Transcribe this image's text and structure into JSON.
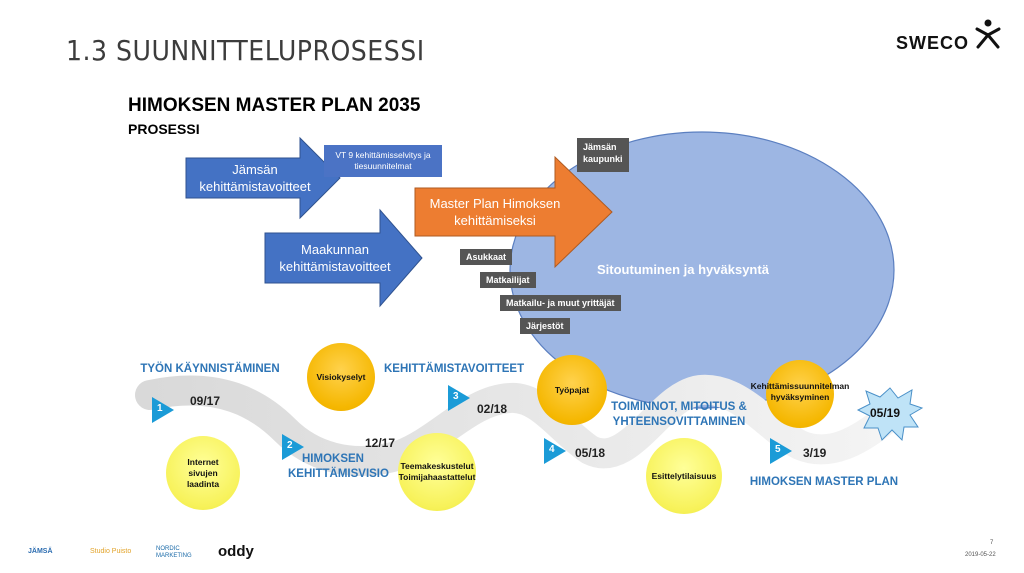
{
  "slide": {
    "title": "1.3 SUUNNITTELUPROSESSI",
    "brand": "SWECO",
    "heading": "HIMOKSEN MASTER PLAN 2035",
    "subheading": "PROSESSI",
    "page_number": "7",
    "date": "2019-05-22"
  },
  "inputs": {
    "jamsa_goals": "Jämsän kehittämistavoitteet",
    "region_goals": "Maakunnan kehittämistavoitteet",
    "vt9": "VT 9 kehittämisselvitys ja tiesuunnitelmat",
    "master_plan": "Master Plan Himoksen kehittämiseksi",
    "jamsa_city": "Jämsän kaupunki",
    "ellipse": "Sitoutuminen ja hyväksyntä"
  },
  "stakeholders": [
    "Asukkaat",
    "Matkailijat",
    "Matkailu- ja muut yrittäjät",
    "Järjestöt"
  ],
  "phases": [
    {
      "number": "1",
      "title": "TYÖN KÄYNNISTÄMINEN",
      "date": "09/17"
    },
    {
      "number": "2",
      "title": "HIMOKSEN KEHITTÄMISVISIO",
      "date": "12/17"
    },
    {
      "number": "3",
      "title": "KEHITTÄMISTAVOITTEET",
      "date": "02/18"
    },
    {
      "number": "4",
      "title": "TOIMINNOT, MITOITUS & YHTEENSOVITTAMINEN",
      "date": "05/18"
    },
    {
      "number": "5",
      "title": "HIMOKSEN MASTER PLAN",
      "date": "3/19"
    }
  ],
  "final_date": "05/19",
  "activities": {
    "visio": "Visiokyselyt",
    "internet": "Internet sivujen laadinta",
    "teema": "Teemakeskustelut Toimijahaastattelut",
    "tyopajat": "Työpajat",
    "esittely": "Esittelytilaisuus",
    "hyvaksyminen": "Kehittämissuunnitelman hyväksyminen"
  },
  "logos": [
    "JÄMSÄ",
    "Studio Puisto",
    "NORDIC MARKETING",
    "oddy"
  ],
  "colors": {
    "blue_arrow": "#4472c4",
    "orange_arrow": "#ed7d31",
    "ellipse": "#9db6e3",
    "phase_text": "#2e75b6",
    "activity_orange": "#f5b700",
    "activity_yellow": "#f7f25a"
  }
}
